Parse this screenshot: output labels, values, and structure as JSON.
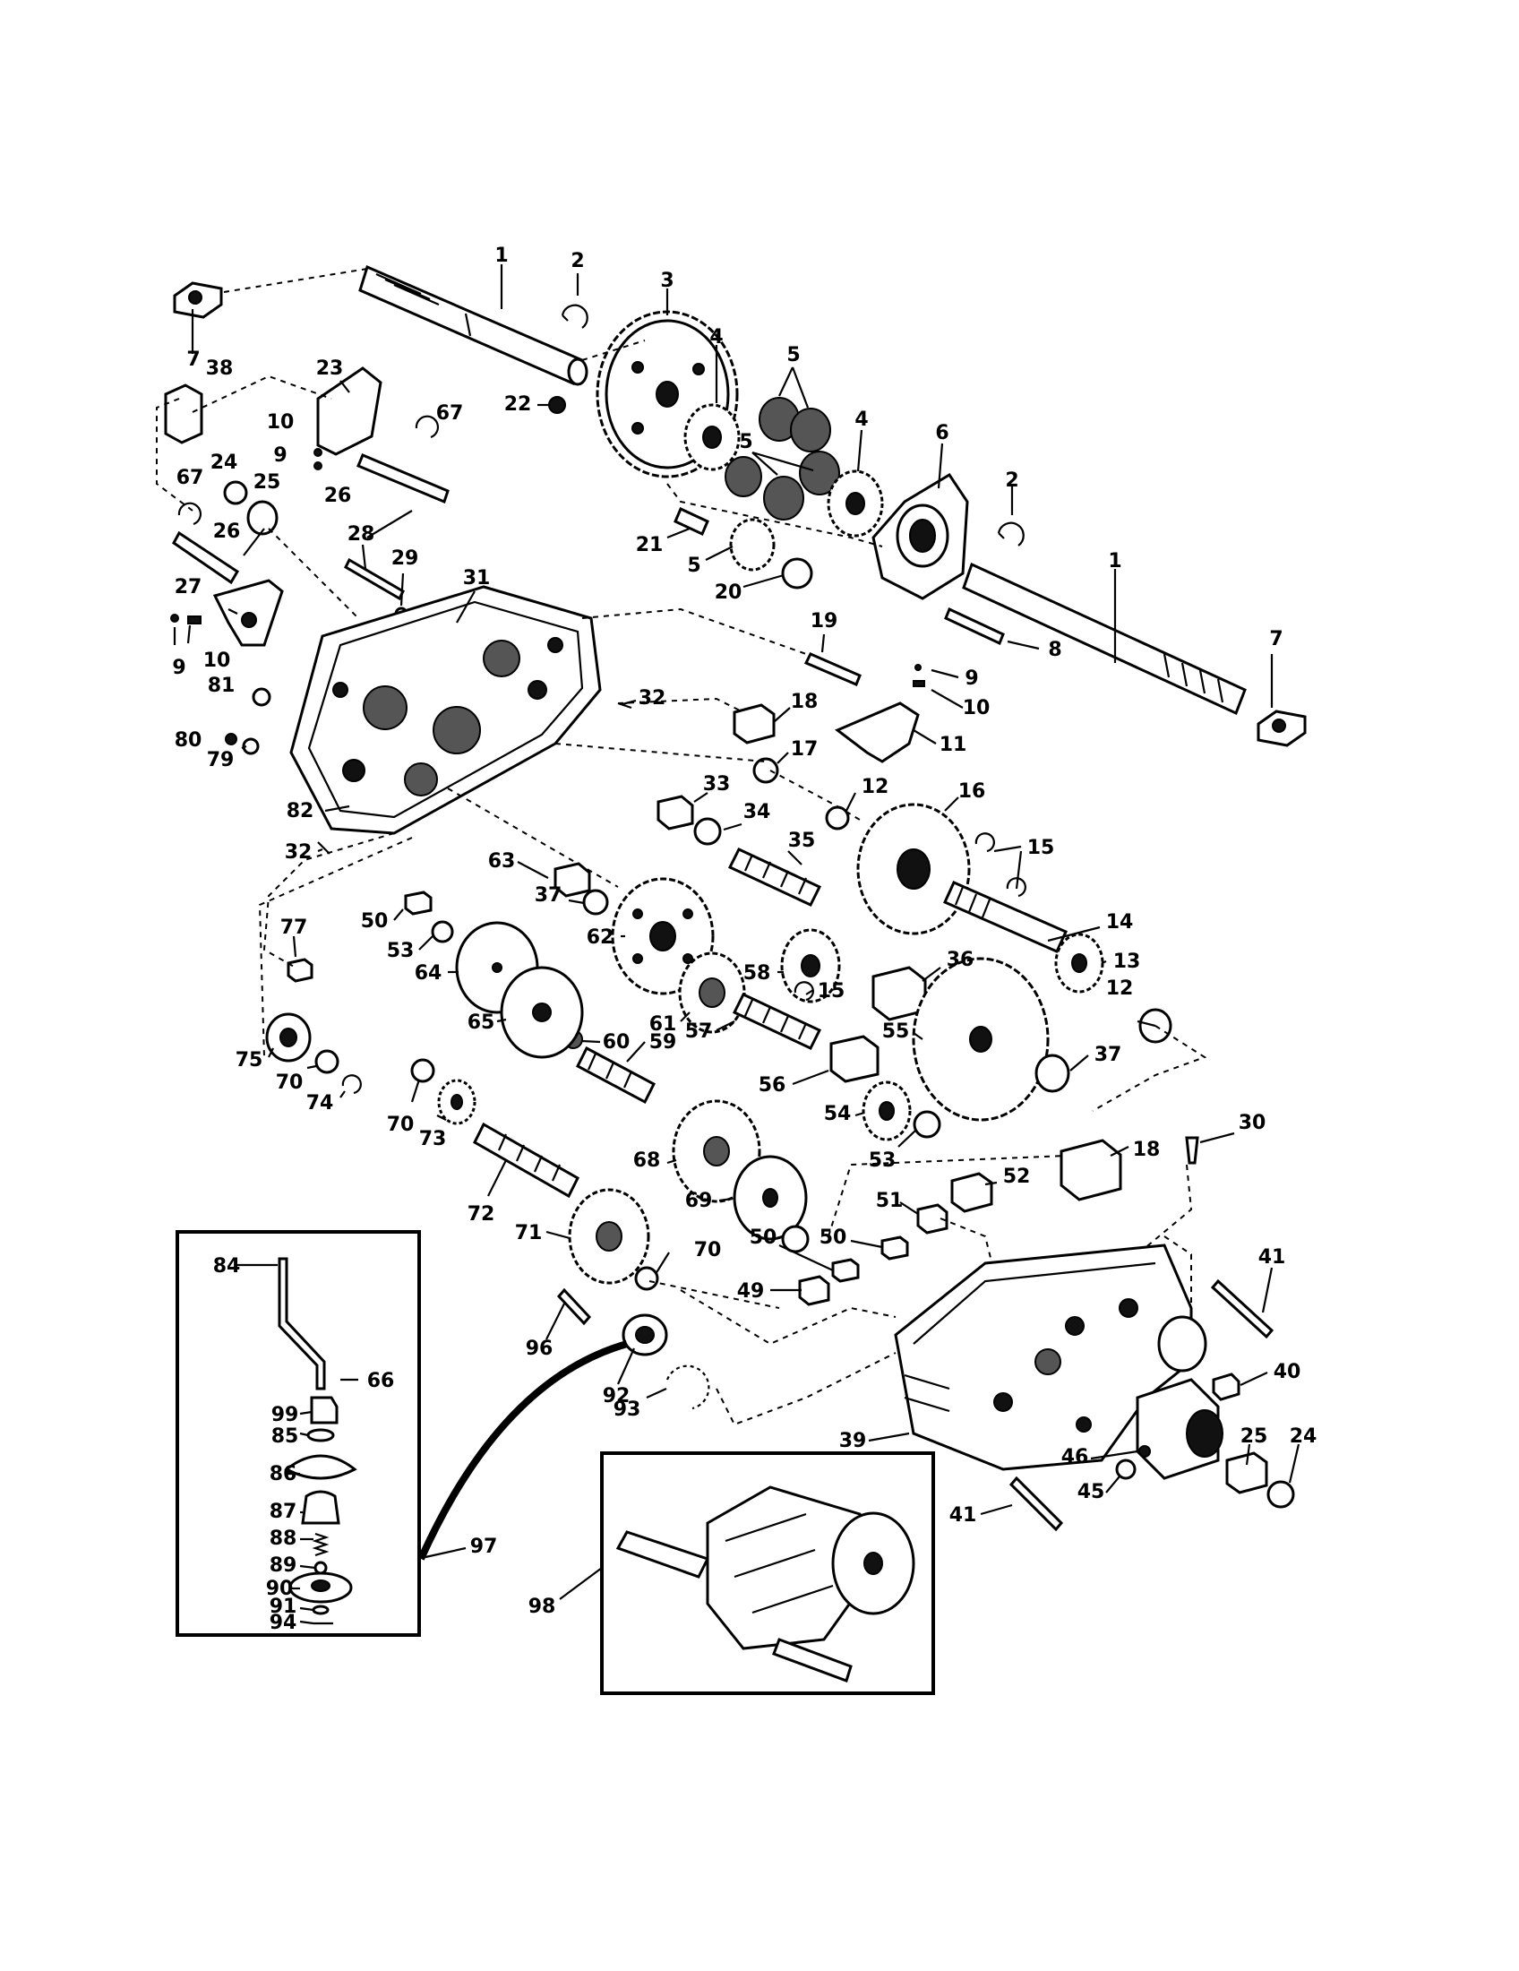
{
  "callouts": [
    {
      "id": "c1a",
      "text": "1"
    },
    {
      "id": "c2a",
      "text": "2"
    },
    {
      "id": "c3",
      "text": "3"
    },
    {
      "id": "c4a",
      "text": "4"
    },
    {
      "id": "c5a",
      "text": "5"
    },
    {
      "id": "c5b",
      "text": "5"
    },
    {
      "id": "c4b",
      "text": "4"
    },
    {
      "id": "c6",
      "text": "6"
    },
    {
      "id": "c2b",
      "text": "2"
    },
    {
      "id": "c1b",
      "text": "1"
    },
    {
      "id": "c7a",
      "text": "7"
    },
    {
      "id": "c38",
      "text": "38"
    },
    {
      "id": "c23",
      "text": "23"
    },
    {
      "id": "c22",
      "text": "22"
    },
    {
      "id": "c67a",
      "text": "67"
    },
    {
      "id": "c10a",
      "text": "10"
    },
    {
      "id": "c9a",
      "text": "9"
    },
    {
      "id": "c67b",
      "text": "67"
    },
    {
      "id": "c24a",
      "text": "24"
    },
    {
      "id": "c25a",
      "text": "25"
    },
    {
      "id": "c26a",
      "text": "26"
    },
    {
      "id": "c26b",
      "text": "26"
    },
    {
      "id": "c21",
      "text": "21"
    },
    {
      "id": "c5c",
      "text": "5"
    },
    {
      "id": "c20",
      "text": "20"
    },
    {
      "id": "c28",
      "text": "28"
    },
    {
      "id": "c29",
      "text": "29"
    },
    {
      "id": "c31",
      "text": "31"
    },
    {
      "id": "c27",
      "text": "27"
    },
    {
      "id": "c9b",
      "text": "9"
    },
    {
      "id": "c10b",
      "text": "10"
    },
    {
      "id": "c8",
      "text": "8"
    },
    {
      "id": "c7b",
      "text": "7"
    },
    {
      "id": "c19",
      "text": "19"
    },
    {
      "id": "c9c",
      "text": "9"
    },
    {
      "id": "c10c",
      "text": "10"
    },
    {
      "id": "c81",
      "text": "81"
    },
    {
      "id": "c32a",
      "text": "32"
    },
    {
      "id": "c18a",
      "text": "18"
    },
    {
      "id": "c11",
      "text": "11"
    },
    {
      "id": "c80",
      "text": "80"
    },
    {
      "id": "c79",
      "text": "79"
    },
    {
      "id": "c17",
      "text": "17"
    },
    {
      "id": "c33",
      "text": "33"
    },
    {
      "id": "c12a",
      "text": "12"
    },
    {
      "id": "c16",
      "text": "16"
    },
    {
      "id": "c82",
      "text": "82"
    },
    {
      "id": "c34",
      "text": "34"
    },
    {
      "id": "c35",
      "text": "35"
    },
    {
      "id": "c15a",
      "text": "15"
    },
    {
      "id": "c32b",
      "text": "32"
    },
    {
      "id": "c63",
      "text": "63"
    },
    {
      "id": "c37a",
      "text": "37"
    },
    {
      "id": "c77",
      "text": "77"
    },
    {
      "id": "c50a",
      "text": "50"
    },
    {
      "id": "c53a",
      "text": "53"
    },
    {
      "id": "c62",
      "text": "62"
    },
    {
      "id": "c14",
      "text": "14"
    },
    {
      "id": "c58",
      "text": "58"
    },
    {
      "id": "c36",
      "text": "36"
    },
    {
      "id": "c13",
      "text": "13"
    },
    {
      "id": "c64",
      "text": "64"
    },
    {
      "id": "c61",
      "text": "61"
    },
    {
      "id": "c15b",
      "text": "15"
    },
    {
      "id": "c12b",
      "text": "12"
    },
    {
      "id": "c60",
      "text": "60"
    },
    {
      "id": "c65",
      "text": "65"
    },
    {
      "id": "c57",
      "text": "57"
    },
    {
      "id": "c55",
      "text": "55"
    },
    {
      "id": "c59",
      "text": "59"
    },
    {
      "id": "c75",
      "text": "75"
    },
    {
      "id": "c37b",
      "text": "37"
    },
    {
      "id": "c70a",
      "text": "70"
    },
    {
      "id": "c74",
      "text": "74"
    },
    {
      "id": "c56",
      "text": "56"
    },
    {
      "id": "c54",
      "text": "54"
    },
    {
      "id": "c70b",
      "text": "70"
    },
    {
      "id": "c30",
      "text": "30"
    },
    {
      "id": "c73",
      "text": "73"
    },
    {
      "id": "c68",
      "text": "68"
    },
    {
      "id": "c53b",
      "text": "53"
    },
    {
      "id": "c18b",
      "text": "18"
    },
    {
      "id": "c52",
      "text": "52"
    },
    {
      "id": "c72",
      "text": "72"
    },
    {
      "id": "c69",
      "text": "69"
    },
    {
      "id": "c51",
      "text": "51"
    },
    {
      "id": "c71",
      "text": "71"
    },
    {
      "id": "c50b",
      "text": "50"
    },
    {
      "id": "c50c",
      "text": "50"
    },
    {
      "id": "c70c",
      "text": "70"
    },
    {
      "id": "c41a",
      "text": "41"
    },
    {
      "id": "c49",
      "text": "49"
    },
    {
      "id": "c84",
      "text": "84"
    },
    {
      "id": "c96",
      "text": "96"
    },
    {
      "id": "c66",
      "text": "66"
    },
    {
      "id": "c40",
      "text": "40"
    },
    {
      "id": "c99",
      "text": "99"
    },
    {
      "id": "c92",
      "text": "92"
    },
    {
      "id": "c93",
      "text": "93"
    },
    {
      "id": "c85",
      "text": "85"
    },
    {
      "id": "c39",
      "text": "39"
    },
    {
      "id": "c25b",
      "text": "25"
    },
    {
      "id": "c24b",
      "text": "24"
    },
    {
      "id": "c86",
      "text": "86"
    },
    {
      "id": "c46",
      "text": "46"
    },
    {
      "id": "c45",
      "text": "45"
    },
    {
      "id": "c87",
      "text": "87"
    },
    {
      "id": "c41b",
      "text": "41"
    },
    {
      "id": "c88",
      "text": "88"
    },
    {
      "id": "c97",
      "text": "97"
    },
    {
      "id": "c89",
      "text": "89"
    },
    {
      "id": "c90",
      "text": "90"
    },
    {
      "id": "c98",
      "text": "98"
    },
    {
      "id": "c91",
      "text": "91"
    },
    {
      "id": "c94",
      "text": "94"
    }
  ]
}
